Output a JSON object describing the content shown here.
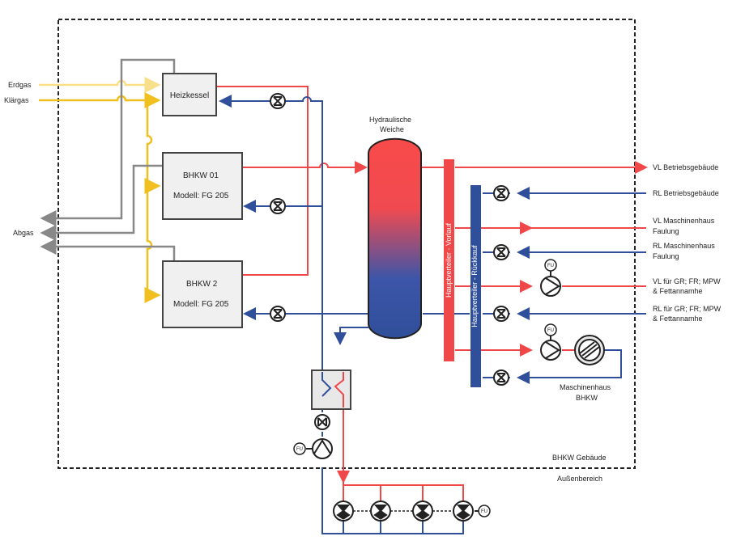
{
  "boiler": {
    "label": "Heizkessel"
  },
  "chp1": {
    "name": "BHKW 01",
    "model": "Modell: FG 205"
  },
  "chp2": {
    "name": "BHKW 2",
    "model": "Modell: FG 205"
  },
  "inputs": {
    "erdgas": "Erdgas",
    "klaergas": "Klärgas",
    "abgas": "Abgas"
  },
  "tank": {
    "label_line1": "Hydraulische",
    "label_line2": "Weiche"
  },
  "manifolds": {
    "supply": "Hauptverteiler - Vorlauf",
    "return": "Hauptverteiler - Rückkauf"
  },
  "consumers": [
    {
      "line1": "VL Betriebsgebäude",
      "line2": ""
    },
    {
      "line1": "RL Betriebsgebäude",
      "line2": ""
    },
    {
      "line1": "VL Maschinenhaus",
      "line2": "Faulung"
    },
    {
      "line1": "RL Maschinenhaus",
      "line2": "Faulung"
    },
    {
      "line1": "VL für GR; FR; MPW",
      "line2": "& Fettannamhe"
    },
    {
      "line1": "RL für GR; FR; MPW",
      "line2": "& Fettannamhe"
    }
  ],
  "machine_house": {
    "line1": "Maschinenhaus",
    "line2": "BHKW"
  },
  "areas": {
    "building": "BHKW Gebäude",
    "outside": "Außenbereich"
  },
  "fu_label": "FU",
  "colors": {
    "supply": "#f04848",
    "return": "#2f4f9a",
    "gas_natural": "#f8e08a",
    "gas_sewage": "#f0c020",
    "exhaust": "#888888",
    "manifold_supply": "#f04848",
    "manifold_return": "#2f4f9a"
  }
}
